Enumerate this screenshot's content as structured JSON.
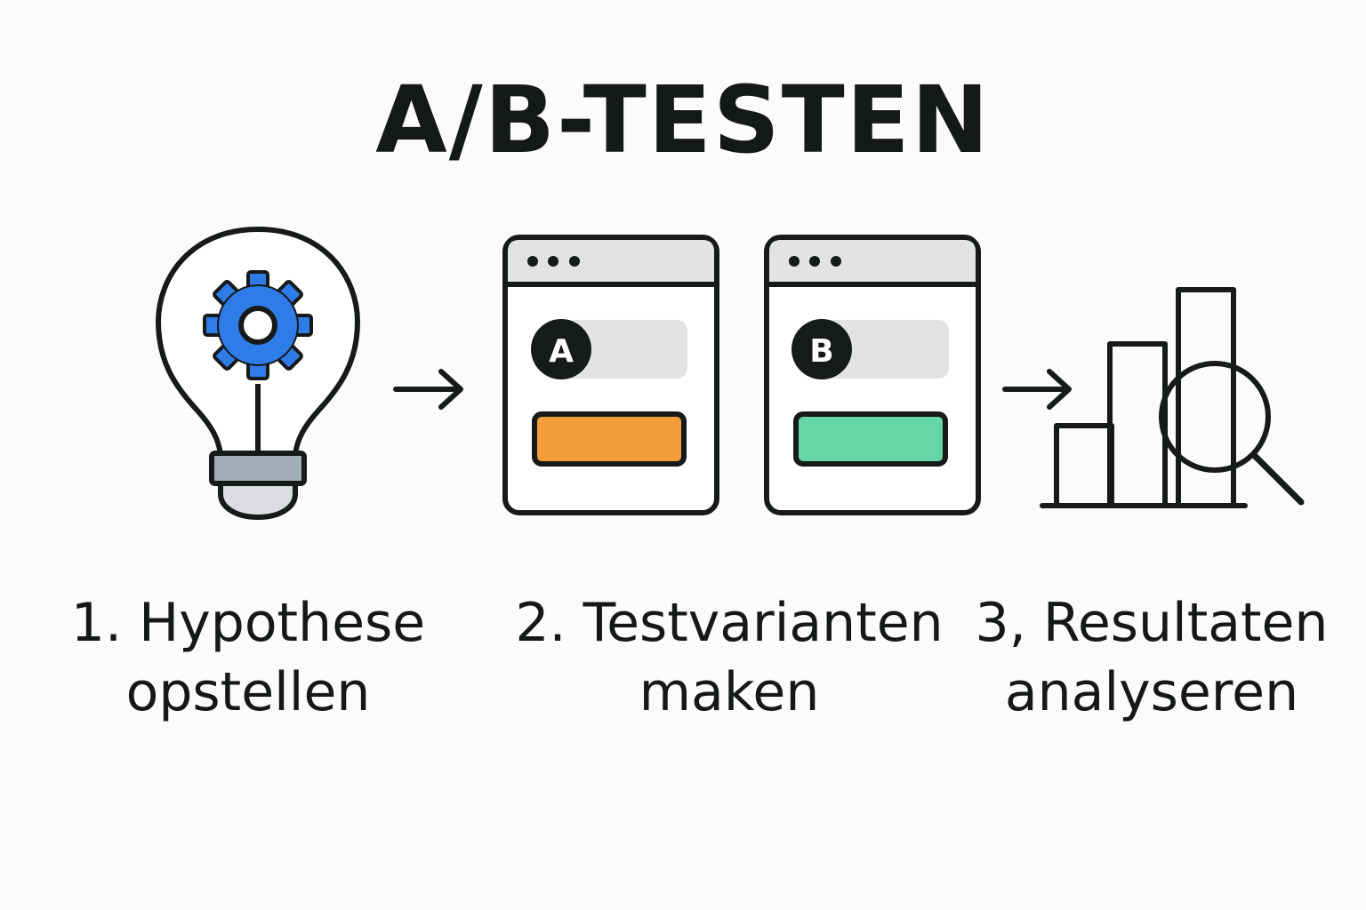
{
  "title": "A/B-TESTEN",
  "steps": [
    {
      "line1": "1. Hypothese",
      "line2": "opstellen",
      "icon": "lightbulb-gear-icon"
    },
    {
      "line1": "2. Testvarianten",
      "line2": "maken",
      "icon": "browser-windows-icon",
      "variants": [
        {
          "badge": "A",
          "button_color": "#f39d3a"
        },
        {
          "badge": "B",
          "button_color": "#66d5a8"
        }
      ]
    },
    {
      "line1": "3, Resultaten",
      "line2": "analyseren",
      "icon": "bar-chart-magnifier-icon"
    }
  ],
  "colors": {
    "gear": "#2f7be8",
    "outline": "#161a18",
    "panel_gray": "#e2e3e5",
    "bulb_base": "#a3acb9",
    "bulb_cap": "#dcdde0"
  }
}
